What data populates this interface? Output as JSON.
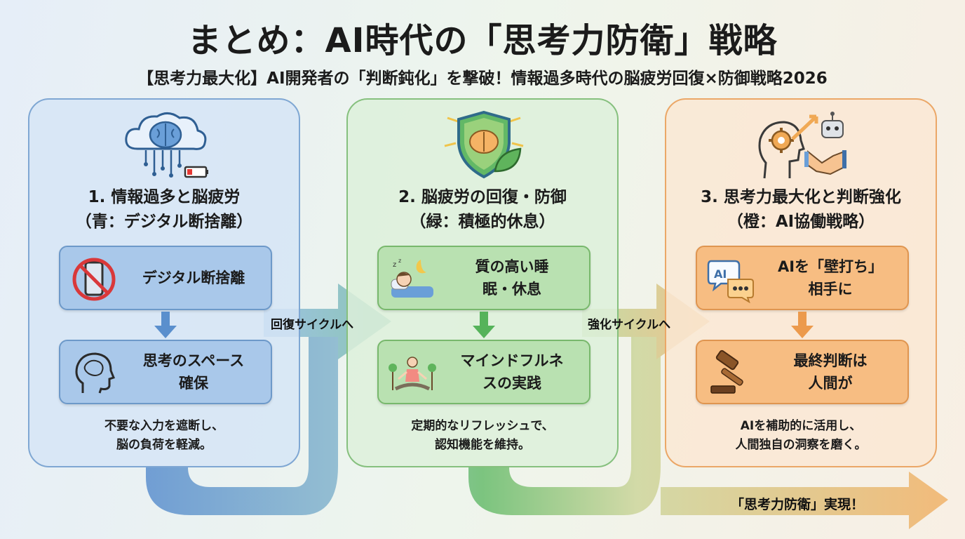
{
  "header": {
    "title": "まとめ：AI時代の「思考力防衛」戦略",
    "subtitle": "【思考力最大化】AI開発者の「判断鈍化」を撃破！情報過多時代の脳疲労回復×防御戦略2026"
  },
  "panels": [
    {
      "title_line1": "1. 情報過多と脳疲労",
      "title_line2": "（青：デジタル断捨離）",
      "color": "#7fa7d3",
      "icon": "cloud-brain-low-battery-icon",
      "step1": {
        "icon": "no-phone-icon",
        "line1": "デジタル断捨離",
        "line2": ""
      },
      "step2": {
        "icon": "head-brain-icon",
        "line1": "思考のスペース",
        "line2": "確保"
      },
      "note_line1": "不要な入力を遮断し、",
      "note_line2": "脳の負荷を軽減。"
    },
    {
      "title_line1": "2. 脳疲労の回復・防御",
      "title_line2": "（緑：積極的休息）",
      "color": "#86c07e",
      "icon": "shield-brain-leaf-icon",
      "step1": {
        "icon": "sleeping-person-icon",
        "line1": "質の高い睡",
        "line2": "眠・休息"
      },
      "step2": {
        "icon": "meditation-icon",
        "line1": "マインドフルネ",
        "line2": "スの実践"
      },
      "note_line1": "定期的なリフレッシュで、",
      "note_line2": "認知機能を維持。"
    },
    {
      "title_line1": "3. 思考力最大化と判断強化",
      "title_line2": "（橙：AI協働戦略）",
      "color": "#eba767",
      "icon": "head-gear-robot-handshake-icon",
      "step1": {
        "icon": "ai-chat-bubble-icon",
        "line1": "AIを「壁打ち」",
        "line2": "相手に"
      },
      "step2": {
        "icon": "gavel-icon",
        "line1": "最終判断は",
        "line2": "人間が"
      },
      "note_line1": "AIを補助的に活用し、",
      "note_line2": "人間独自の洞察を磨く。"
    }
  ],
  "flow": {
    "arrow1_label": "回復サイクルへ",
    "arrow2_label": "強化サイクルへ",
    "final_label": "「思考力防衛」実現！"
  },
  "colors": {
    "blue": "#6a9fd8",
    "green": "#72bd72",
    "orange": "#f0b070"
  }
}
